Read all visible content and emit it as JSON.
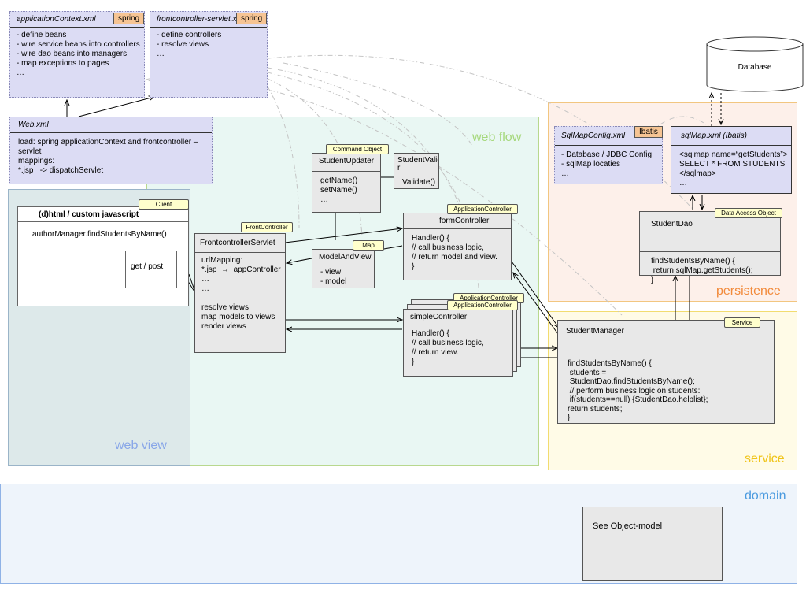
{
  "regions": {
    "web_view": "web view",
    "web_flow": "web flow",
    "persistence": "persistence",
    "service": "service",
    "domain": "domain"
  },
  "app_context": {
    "title": "applicationContext.xml",
    "tag": "spring",
    "lines": "- define beans\n- wire service beans into controllers\n- wire dao beans into managers\n- map exceptions to pages\n…"
  },
  "frontcontroller_servlet_xml": {
    "title": "frontcontroller-servlet.xml",
    "tag": "spring",
    "lines": "- define controllers\n- resolve views\n…"
  },
  "web_xml": {
    "title": "Web.xml",
    "lines": "load: spring applicationContext and frontcontroller –\nservlet\nmappings:\n*.jsp   -> dispatchServlet"
  },
  "client": {
    "tag": "Client",
    "title": "(d)html / custom javascript",
    "call": "authorManager.findStudentsByName()",
    "get_post": "get / post"
  },
  "front_controller": {
    "tag": "FrontController",
    "title": "FrontcontrollerServlet",
    "lines": "urlMapping:\n*.jsp  →  appController\n…\n…\n\nresolve views\nmap models to views\nrender views"
  },
  "student_updater": {
    "tag": "Command Object",
    "title": "StudentUpdater",
    "lines": "getName()\nsetName()\n…"
  },
  "student_validator": {
    "title": "StudentValidato\nr",
    "lines": "Validate()"
  },
  "model_and_view": {
    "tag": "Map",
    "title": "ModelAndView",
    "lines": "- view\n- model"
  },
  "form_controller": {
    "tag": "ApplicationController",
    "title": "formController",
    "lines": "Handler() {\n// call business logic,\n// return model and view.\n}"
  },
  "simple_controller": {
    "tag": "ApplicationController",
    "tag_back": "ApplicationController",
    "title": "simpleController",
    "lines": "Handler() {\n// call business logic,\n// return view.\n}"
  },
  "database": {
    "label": "Database"
  },
  "sqlmap_config": {
    "title": "SqlMapConfig.xml",
    "tag": "Ibatis",
    "lines": "- Database / JDBC Config\n- sqlMap locaties\n…"
  },
  "sqlmap_xml": {
    "title": "sqlMap.xml (Ibatis)",
    "lines": "<sqlmap name=“getStudents”>\nSELECT * FROM STUDENTS\n</sqlmap>\n…"
  },
  "student_dao": {
    "tag": "Data Access Object",
    "title": "StudentDao",
    "lines": "findStudentsByName() {\n return sqlMap.getStudents();\n}"
  },
  "student_manager": {
    "tag": "Service",
    "title": "StudentManager",
    "lines": "findStudentsByName() {\n students =\n StudentDao.findStudentsByName();\n // perform business logic on students:\n if(students==null) {StudentDao.helplist};\nreturn students;\n}"
  },
  "object_model": {
    "label": "See Object-model"
  },
  "colors": {
    "web_view_bg": "#dde9ea",
    "web_flow_bg": "#e9f7f3",
    "persistence_bg": "#fdf0ea",
    "service_bg": "#fffbe7",
    "domain_bg": "#eef4fb",
    "config_bg": "#dcdcf4",
    "spring_tag": "#f6c493",
    "stereotype_tag": "#ffffcc"
  }
}
